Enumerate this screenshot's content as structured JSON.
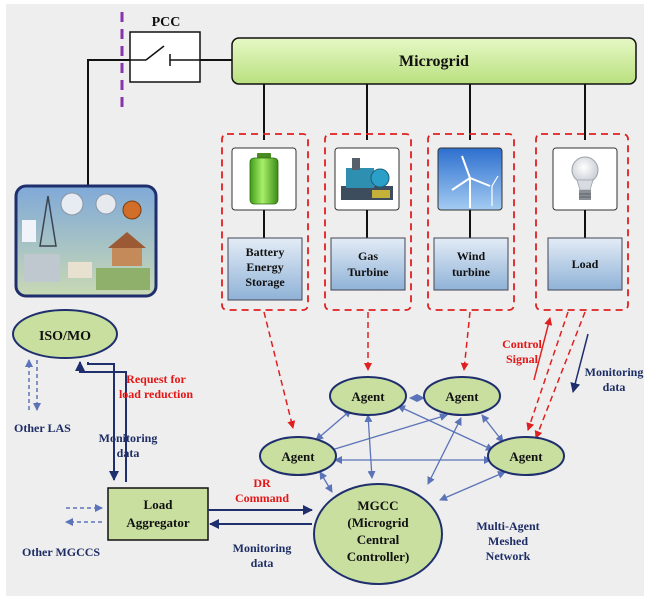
{
  "labels": {
    "pcc": "PCC",
    "microgrid": "Microgrid",
    "iso": "ISO/MO",
    "request_line1": "Request for",
    "request_line2": "load reduction",
    "other_las": "Other LAS",
    "monitoring_left_1": "Monitoring",
    "monitoring_left_2": "data",
    "load_agg_1": "Load",
    "load_agg_2": "Aggregator",
    "other_mgccs": "Other MGCCS",
    "dr_1": "DR",
    "dr_2": "Command",
    "monitoring_bottom_1": "Monitoring",
    "monitoring_bottom_2": "data",
    "mgcc_1": "MGCC",
    "mgcc_2": "(Microgrid",
    "mgcc_3": "Central",
    "mgcc_4": "Controller)",
    "multi_1": "Multi-Agent",
    "multi_2": "Meshed",
    "multi_3": "Network",
    "control_1": "Control",
    "control_2": "Signal",
    "monitoring_right_1": "Monitoring",
    "monitoring_right_2": "data"
  },
  "agent_label": "Agent",
  "units": [
    {
      "lines": [
        "Battery",
        "Energy",
        "Storage"
      ],
      "icon": "battery-icon"
    },
    {
      "lines": [
        "Gas",
        "Turbine"
      ],
      "icon": "gas-turbine-icon"
    },
    {
      "lines": [
        "Wind",
        "turbine"
      ],
      "icon": "wind-turbine-icon"
    },
    {
      "lines": [
        "Load"
      ],
      "icon": "light-bulb-icon"
    }
  ],
  "colors": {
    "background": "#eeeeee",
    "microgrid_fill": "#cdeea0",
    "node_fill": "#c9df9f",
    "dashed_red": "#e02020",
    "arrow_blue": "#1f2f6e",
    "mesh_blue": "#5b73b8",
    "label_red": "#e41616",
    "label_navy": "#1e2d66",
    "breaker_purple": "#8833aa"
  }
}
